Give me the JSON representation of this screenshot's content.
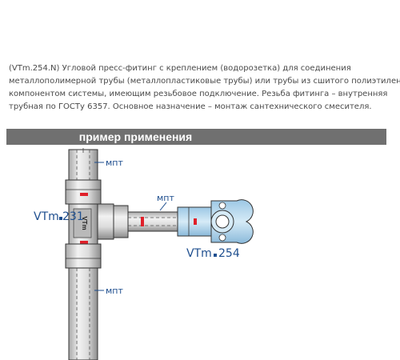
{
  "description": {
    "lines": [
      "(VTm.254.N) Угловой пресс-фитинг с креплением (водорозетка) для соединения",
      "металлополимерной трубы (металлопластиковые трубы) или трубы из сшитого полиэтилена с",
      "компонентом системы, имеющим резьбовое подключение. Резьба фитинга – внутренняя",
      "трубная по ГОСТу 6357. Основное назначение – монтаж сантехнического смесителя."
    ]
  },
  "banner": {
    "title": "пример применения"
  },
  "diagram": {
    "labels": {
      "pipe_top": "мпт",
      "pipe_bottom": "мпт",
      "pipe_horizontal": "мпт",
      "tee_model": "VTm",
      "tee_number": "231",
      "elbow_model": "VTm",
      "elbow_number": "254"
    },
    "tee_body_text": "VTm",
    "colors": {
      "label_blue": "#1f4f8f",
      "pipe_red": "#e0202a",
      "fitting_blue": "#b4d6ec",
      "pipe_gray": "#dcdcdc"
    }
  }
}
